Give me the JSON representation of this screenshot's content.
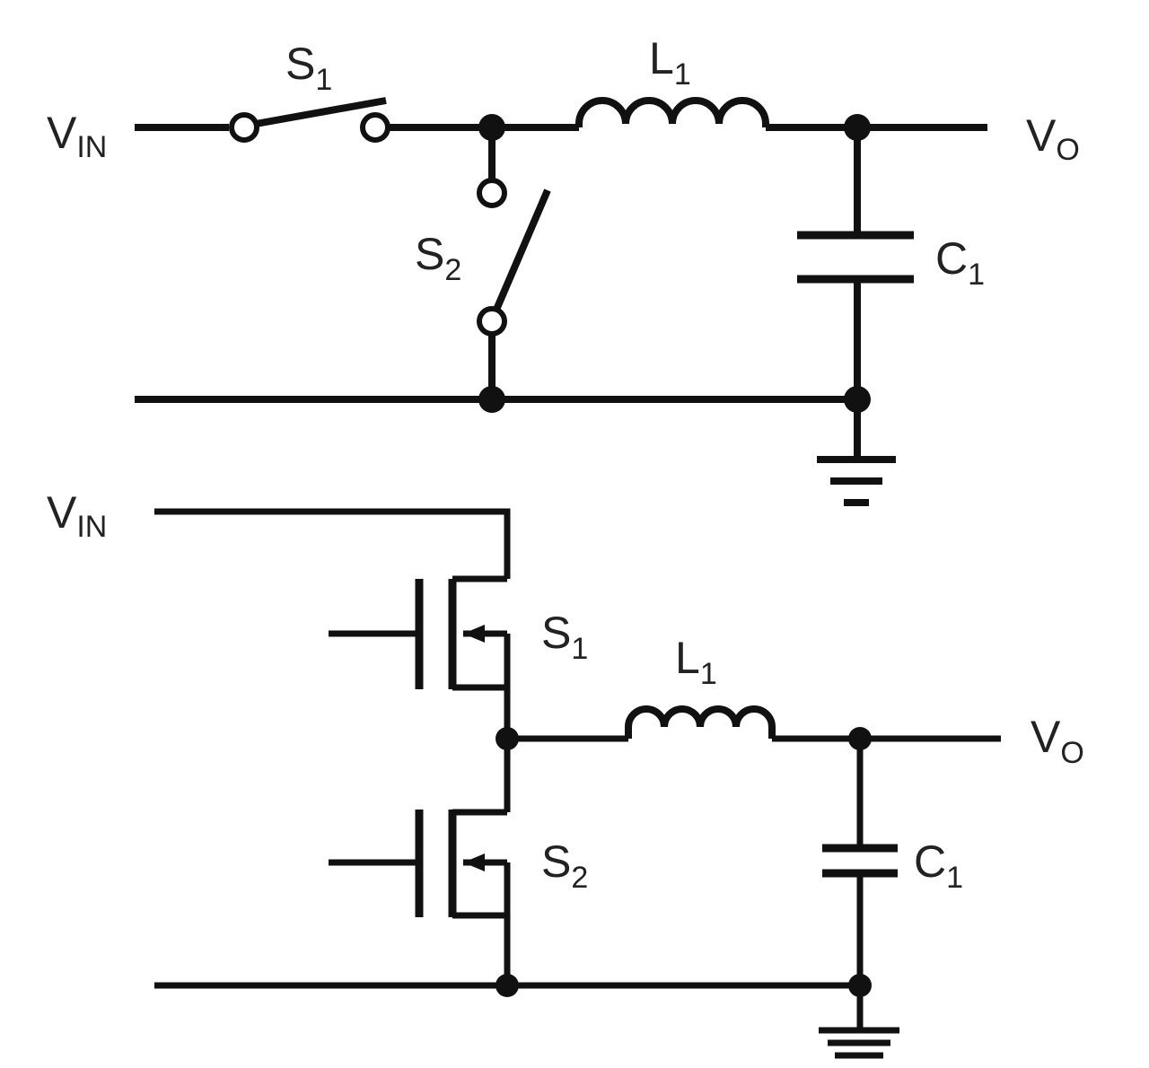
{
  "top_circuit": {
    "vin": {
      "main": "V",
      "sub": "IN"
    },
    "s1": {
      "main": "S",
      "sub": "1"
    },
    "s2": {
      "main": "S",
      "sub": "2"
    },
    "l1": {
      "main": "L",
      "sub": "1"
    },
    "c1": {
      "main": "C",
      "sub": "1"
    },
    "vo": {
      "main": "V",
      "sub": "O"
    }
  },
  "bottom_circuit": {
    "vin": {
      "main": "V",
      "sub": "IN"
    },
    "s1": {
      "main": "S",
      "sub": "1"
    },
    "s2": {
      "main": "S",
      "sub": "2"
    },
    "l1": {
      "main": "L",
      "sub": "1"
    },
    "c1": {
      "main": "C",
      "sub": "1"
    },
    "vo": {
      "main": "V",
      "sub": "O"
    }
  }
}
